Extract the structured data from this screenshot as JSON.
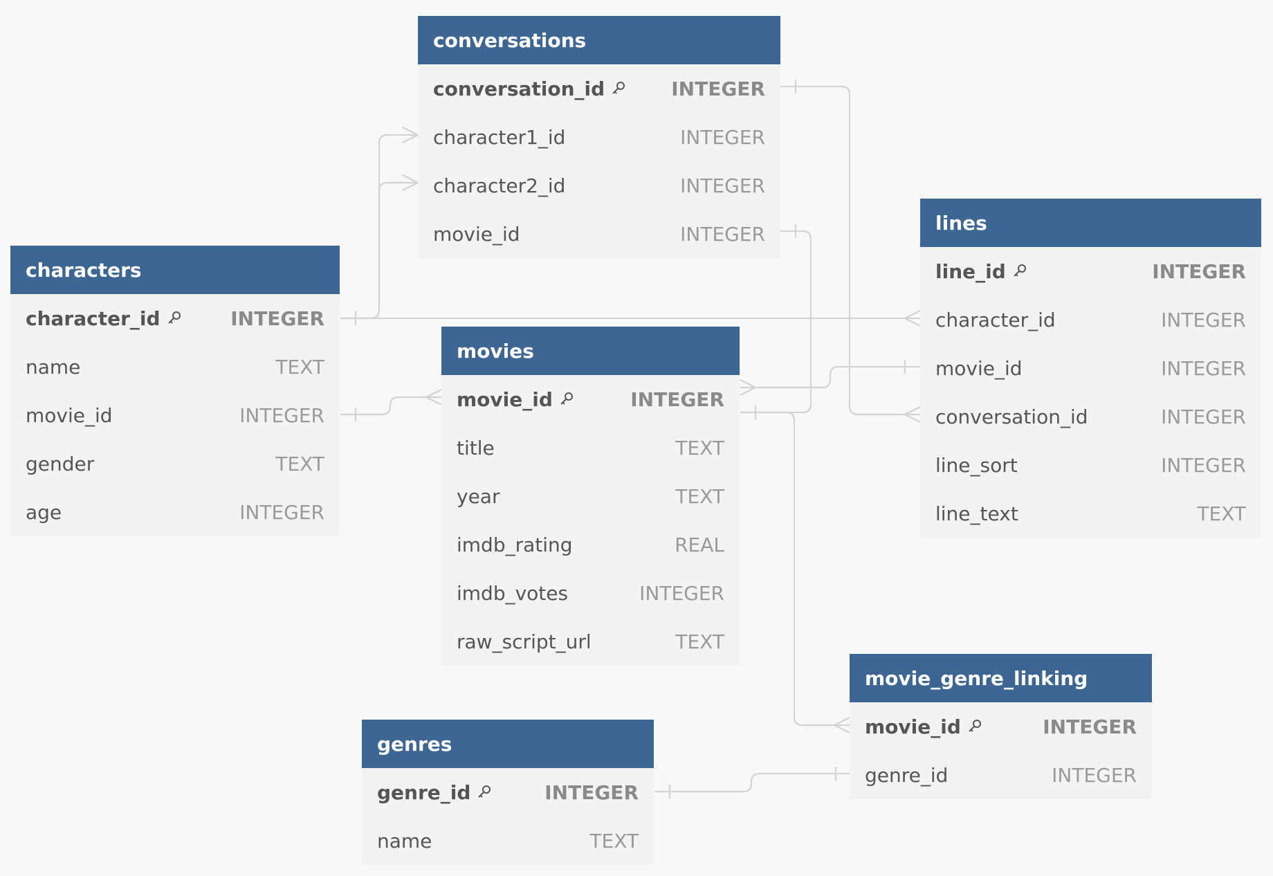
{
  "tables": {
    "conversations": {
      "title": "conversations",
      "columns": [
        {
          "name": "conversation_id",
          "type": "INTEGER",
          "pk": true
        },
        {
          "name": "character1_id",
          "type": "INTEGER",
          "pk": false
        },
        {
          "name": "character2_id",
          "type": "INTEGER",
          "pk": false
        },
        {
          "name": "movie_id",
          "type": "INTEGER",
          "pk": false
        }
      ]
    },
    "characters": {
      "title": "characters",
      "columns": [
        {
          "name": "character_id",
          "type": "INTEGER",
          "pk": true
        },
        {
          "name": "name",
          "type": "TEXT",
          "pk": false
        },
        {
          "name": "movie_id",
          "type": "INTEGER",
          "pk": false
        },
        {
          "name": "gender",
          "type": "TEXT",
          "pk": false
        },
        {
          "name": "age",
          "type": "INTEGER",
          "pk": false
        }
      ]
    },
    "movies": {
      "title": "movies",
      "columns": [
        {
          "name": "movie_id",
          "type": "INTEGER",
          "pk": true
        },
        {
          "name": "title",
          "type": "TEXT",
          "pk": false
        },
        {
          "name": "year",
          "type": "TEXT",
          "pk": false
        },
        {
          "name": "imdb_rating",
          "type": "REAL",
          "pk": false
        },
        {
          "name": "imdb_votes",
          "type": "INTEGER",
          "pk": false
        },
        {
          "name": "raw_script_url",
          "type": "TEXT",
          "pk": false
        }
      ]
    },
    "lines": {
      "title": "lines",
      "columns": [
        {
          "name": "line_id",
          "type": "INTEGER",
          "pk": true
        },
        {
          "name": "character_id",
          "type": "INTEGER",
          "pk": false
        },
        {
          "name": "movie_id",
          "type": "INTEGER",
          "pk": false
        },
        {
          "name": "conversation_id",
          "type": "INTEGER",
          "pk": false
        },
        {
          "name": "line_sort",
          "type": "INTEGER",
          "pk": false
        },
        {
          "name": "line_text",
          "type": "TEXT",
          "pk": false
        }
      ]
    },
    "movie_genre_linking": {
      "title": "movie_genre_linking",
      "columns": [
        {
          "name": "movie_id",
          "type": "INTEGER",
          "pk": true
        },
        {
          "name": "genre_id",
          "type": "INTEGER",
          "pk": false
        }
      ]
    },
    "genres": {
      "title": "genres",
      "columns": [
        {
          "name": "genre_id",
          "type": "INTEGER",
          "pk": true
        },
        {
          "name": "name",
          "type": "TEXT",
          "pk": false
        }
      ]
    }
  },
  "colors": {
    "header_bg": "#3e6693",
    "body_bg": "#f3f3f3",
    "canvas_bg": "#f8f8f9",
    "connector": "#d3d3d3"
  },
  "icons": {
    "primary_key": "key-icon"
  }
}
